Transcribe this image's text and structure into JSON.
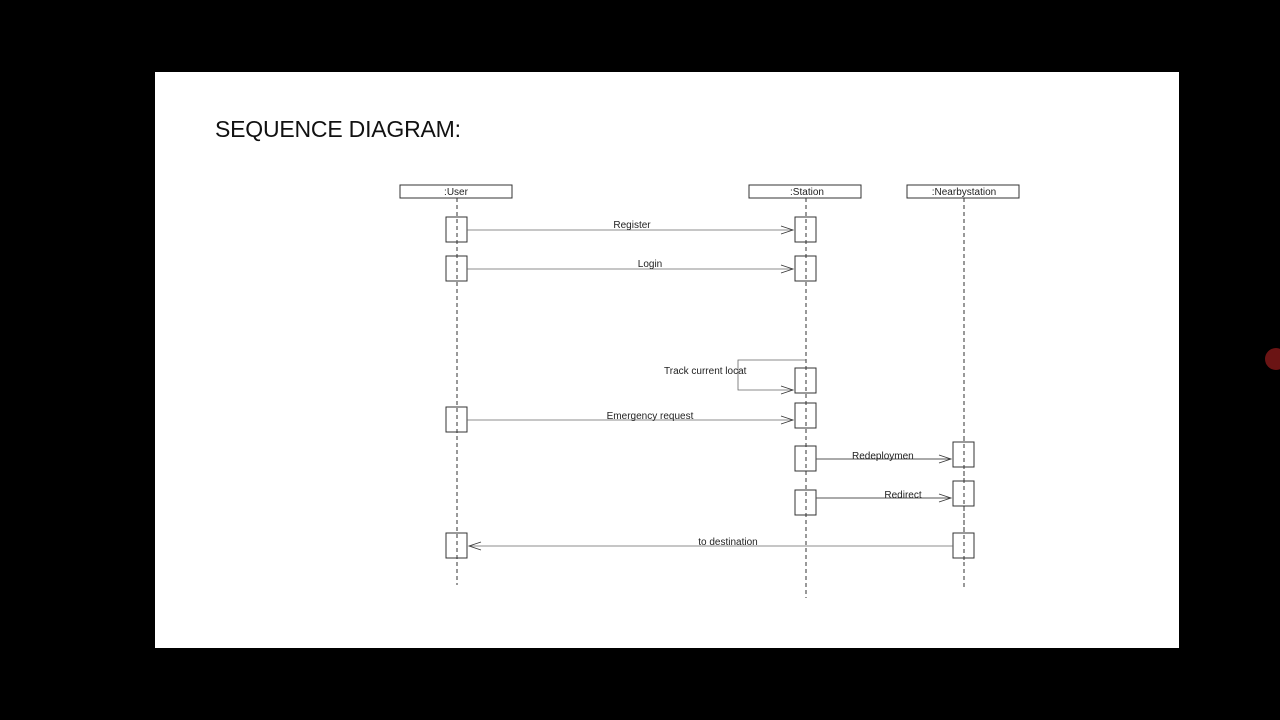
{
  "slide": {
    "title": "SEQUENCE DIAGRAM:"
  },
  "diagram": {
    "lifelines": [
      {
        "id": "user",
        "label": ":User"
      },
      {
        "id": "station",
        "label": ":Station"
      },
      {
        "id": "nearby",
        "label": ":Nearbystation"
      }
    ],
    "messages": [
      {
        "label": "Register",
        "from": "user",
        "to": "station"
      },
      {
        "label": "Login",
        "from": "user",
        "to": "station"
      },
      {
        "label": "Track current locat",
        "from": "station",
        "to": "station"
      },
      {
        "label": "Emergency request",
        "from": "user",
        "to": "station"
      },
      {
        "label": "Redeploymen",
        "from": "station",
        "to": "nearby"
      },
      {
        "label": "Redirect",
        "from": "station",
        "to": "nearby"
      },
      {
        "label": "to destination",
        "from": "nearby",
        "to": "user"
      }
    ]
  },
  "colors": {
    "frame": "#000000",
    "slide": "#ffffff",
    "line": "#333333",
    "record_button": "#6b1414"
  }
}
